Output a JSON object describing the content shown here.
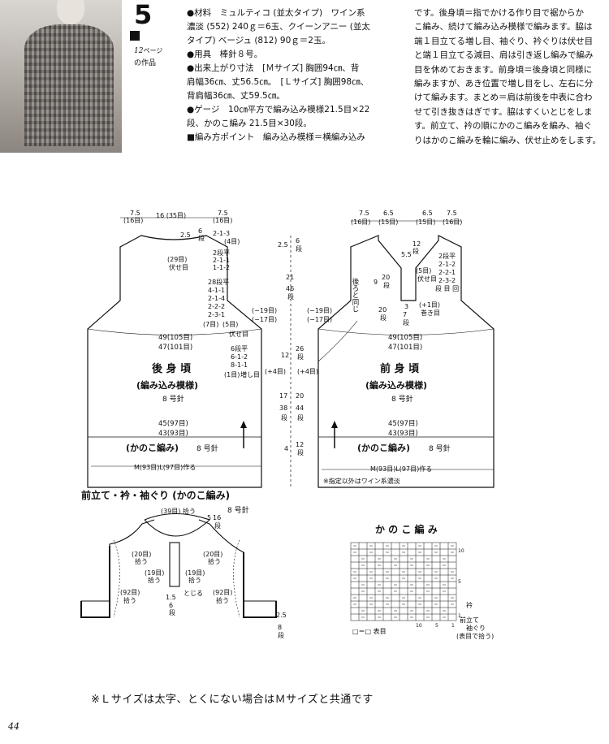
{
  "pattern_number": "5",
  "ref_line1": "12",
  "ref_line1_suffix": "ページ",
  "ref_line2": "の作品",
  "materials": [
    "●材料　ミュルティコ (並太タイプ)　ワイン系",
    "濃淡 (552) 240ｇ＝6玉、クイーンアニー (並太",
    "タイプ) ベージュ (812) 90ｇ＝2玉。",
    "●用具　棒針８号。",
    "●出来上がり寸法　[Ｍサイズ] 胸囲94㎝、背",
    "肩幅36㎝、丈56.5㎝。　[Ｌサイズ] 胸囲98㎝、",
    "背肩幅36㎝、丈59.5㎝。",
    "●ゲージ　10㎝平方で編み込み模様21.5目×22",
    "段、かのこ編み 21.5目×30段。",
    "■編み方ポイント　編み込み模様＝横編み込み"
  ],
  "instructions": [
    "です。後身頃＝指でかける作り目で裾からか",
    "こ編み、続けて編み込み模様で編みます。脇は",
    "端１目立てる増し目、袖ぐり、衿ぐりは伏せ目",
    "と端１目立てる減目、肩は引き返し編みで編み",
    "目を休めておきます。前身頃＝後身頃と同様に",
    "編みますが、あき位置で増し目をし、左右に分",
    "けて編みます。まとめ＝肩は前後を中表に合わ",
    "せて引き抜きはぎです。脇はすくいとじをしま",
    "す。前立て、衿の順にかのこ編みを編み、袖ぐ",
    "りはかのこ編みを輪に編み、伏せ止めをします。"
  ],
  "back": {
    "title": "後 身 頃",
    "subtitle": "(編み込み模様)",
    "needle": "8 号針",
    "shoulder_top": [
      "7.5",
      "(16目)",
      "16 (35目)",
      "7.5",
      "(16目)"
    ],
    "neck_small": [
      "2.5",
      "6",
      "段",
      "2-1-3",
      "(4目)"
    ],
    "neck_steps": [
      "2段平",
      "2-1-1",
      "1-1-2"
    ],
    "neck_bind": [
      "(29目)",
      "伏せ目"
    ],
    "shoulder_steps": [
      "28段平",
      "4-1-1",
      "2-1-4",
      "2-2-2",
      "2-3-1",
      "(7目)",
      "(5目)"
    ],
    "armhole_label": "伏せ目",
    "side_steps": [
      "6段平",
      "6-1-2",
      "8-1-1",
      "(1目)",
      "増し目"
    ],
    "counts_top": [
      "49(105目)",
      "47(101目)"
    ],
    "counts_bottom": [
      "45(97目)",
      "43(93目)"
    ],
    "rib_label": "(かのこ編み)",
    "rib_needle": "8 号針",
    "cast_on": "M(93目)L(97目)作る",
    "side_left": [
      "(−19目)",
      "(−17目)"
    ],
    "side_inc": "(+4目)"
  },
  "vertical_dims": [
    "2.5",
    "6",
    "段",
    "21",
    "46",
    "段",
    "12",
    "26",
    "段",
    "(+4目)",
    "17",
    "20",
    "38",
    "44",
    "段",
    "段",
    "4",
    "12",
    "段"
  ],
  "front": {
    "title": "前 身 頃",
    "subtitle": "(編み込み模様)",
    "needle": "8 号針",
    "shoulder_top": [
      "7.5",
      "6.5",
      "(16目)",
      "(15目)",
      "6.5",
      "7.5",
      "(15目)",
      "(16目)"
    ],
    "neck_dims": [
      "12",
      "段",
      "5.5",
      "(5目)",
      "伏せ目"
    ],
    "neck_steps": [
      "2段平",
      "2-1-2",
      "2-2-1",
      "2-3-2",
      "段 目 回"
    ],
    "placket": [
      "20",
      "段",
      "9",
      "3",
      "(+1目)",
      "巻き目",
      "7",
      "段"
    ],
    "placket2": [
      "20",
      "段"
    ],
    "same_as_back": "後ろと同じ",
    "counts_top": [
      "49(105目)",
      "47(101目)"
    ],
    "counts_bottom": [
      "45(97目)",
      "43(93目)"
    ],
    "rib_label": "(かのこ編み)",
    "rib_needle": "8 号針",
    "cast_on": "M(93目)L(97目)作る",
    "side_left": [
      "(−19目)",
      "(−17目)"
    ],
    "color_note": "※指定以外はワイン系濃淡"
  },
  "finishing": {
    "title": "前立て・衿・袖ぐり (かのこ編み)",
    "needle": "8 号針",
    "collar": "(39目) 拾う",
    "collar_height": [
      "5",
      "16",
      "段"
    ],
    "left_pick": [
      "(20目)",
      "拾う"
    ],
    "right_pick": [
      "(20目)",
      "拾う"
    ],
    "placket_left": [
      "(19目)",
      "拾う"
    ],
    "placket_right": [
      "(19目)",
      "拾う"
    ],
    "close": "とじる",
    "placket_h": [
      "1.5",
      "6",
      "段"
    ],
    "armhole_left": [
      "(92目)",
      "拾う"
    ],
    "armhole_right": [
      "(92目)",
      "拾う"
    ],
    "arm_h": [
      "2.5",
      "8",
      "段"
    ]
  },
  "kanoko": {
    "title": "か の こ 編 み",
    "row_nums": [
      "10",
      "5",
      "1"
    ],
    "col_nums": [
      "10",
      "5",
      "1"
    ],
    "legend": "□＝□ 表目",
    "note": [
      "衿",
      "前立て",
      "袖ぐり",
      "(表目で拾う)"
    ]
  },
  "footer_note": "※Ｌサイズは太字、とくにない場合はＭサイズと共通です",
  "page_number": "44"
}
